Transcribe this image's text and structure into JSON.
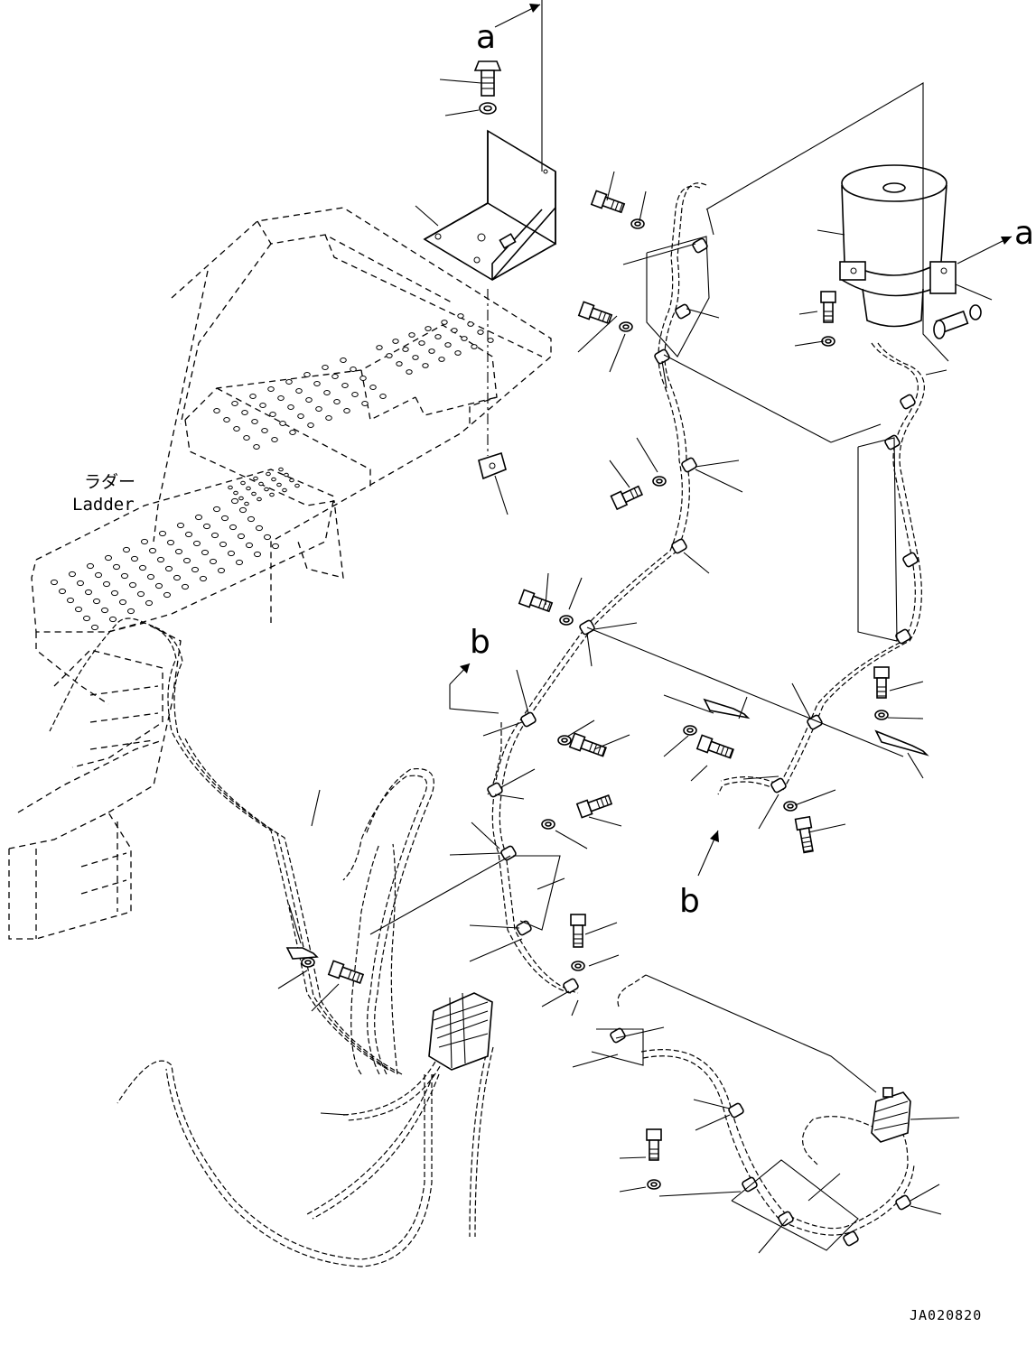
{
  "labels": {
    "view_a_top": "a",
    "view_a_right": "a",
    "view_b_left": "b",
    "view_b_bottom": "b",
    "ladder_jp": "ラダー",
    "ladder_en": "Ladder"
  },
  "drawing_code": "JA020820"
}
